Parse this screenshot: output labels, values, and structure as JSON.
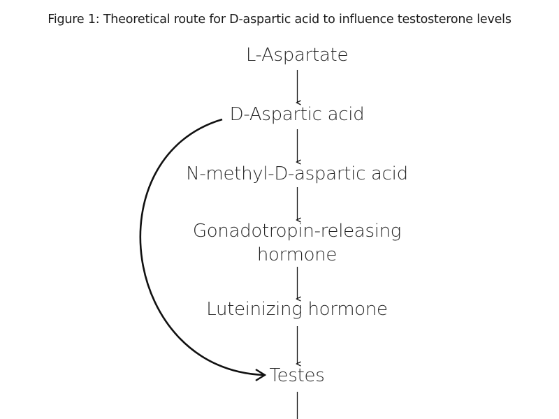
{
  "figure": {
    "caption": "Figure 1: Theoretical route for D-aspartic acid to influence testosterone levels"
  },
  "nodes": {
    "l_aspartate": "L-Aspartate",
    "d_aspartic_acid": "D-Aspartic acid",
    "nmda": "N-methyl-D-aspartic acid",
    "gnrh_line1": "Gonadotropin-releasing",
    "gnrh_line2": "hormone",
    "lh": "Luteinizing hormone",
    "testes": "Testes"
  },
  "colors": {
    "text": "#262626",
    "arrow": "#111111"
  }
}
